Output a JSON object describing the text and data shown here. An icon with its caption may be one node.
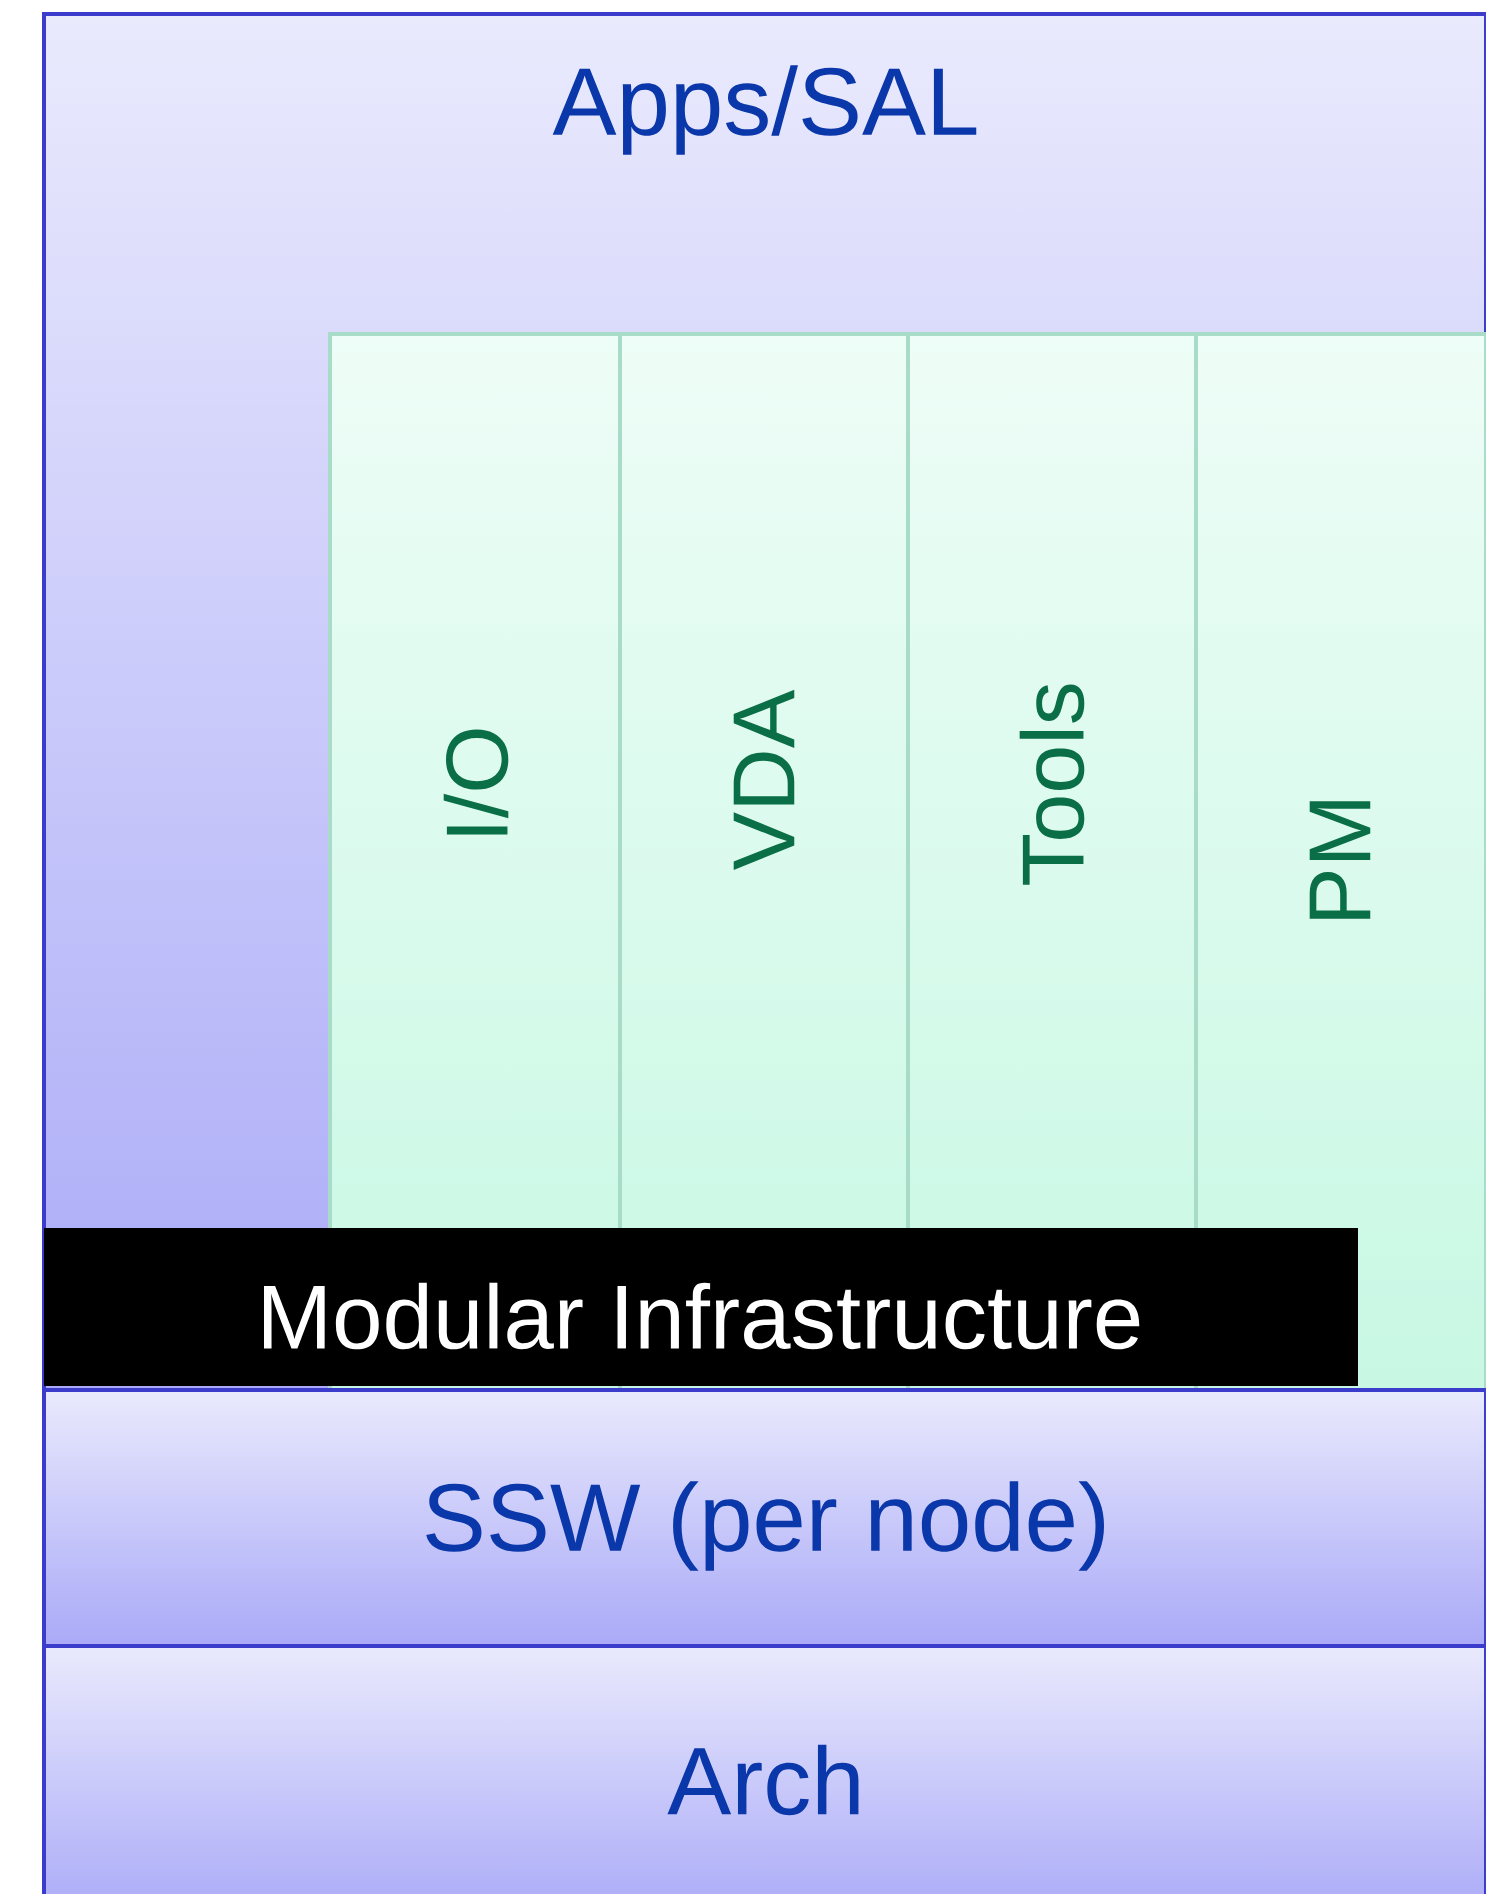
{
  "diagram": {
    "nodes": [
      {
        "text": [
          "Apps/SAL"
        ]
      },
      {
        "text": [
          "I/O"
        ],
        "in": 0
      },
      {
        "text": [
          "VDA"
        ],
        "in": 0
      },
      {
        "text": [
          "Tools"
        ],
        "in": 0
      },
      {
        "text": [
          "PM"
        ],
        "in": 0
      },
      {
        "text": [
          "Modular Infrastructure"
        ],
        "in": 0
      },
      {
        "text": [
          "SSW (per node)"
        ]
      },
      {
        "text": [
          "Arch"
        ]
      }
    ]
  }
}
